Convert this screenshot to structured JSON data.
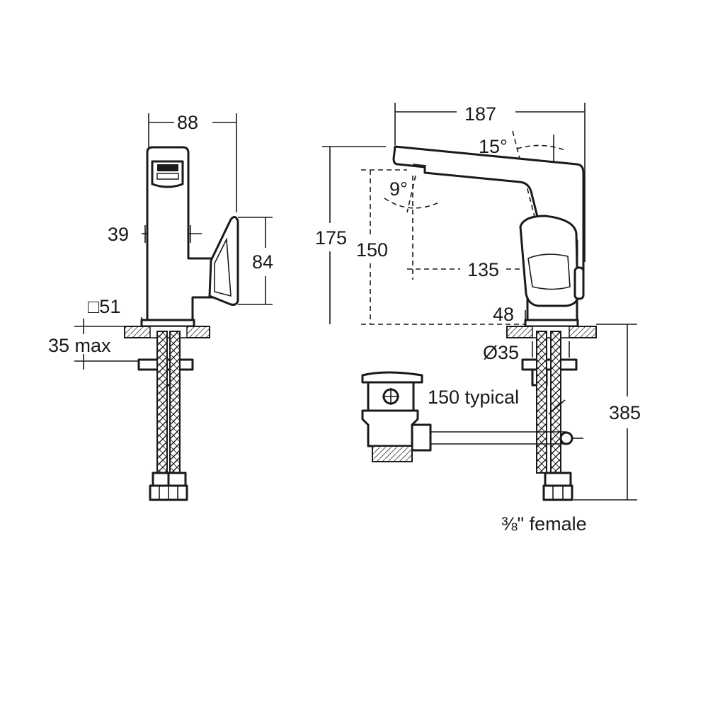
{
  "dimensions": {
    "side_width": "88",
    "side_spout_height": "39",
    "side_lever_height": "84",
    "side_square_base": "□51",
    "side_deck_thickness": "35 max",
    "front_width": "187",
    "front_spout_angle": "15°",
    "front_lever_angle": "9°",
    "front_total_height": "175",
    "front_spout_outlet_height": "150",
    "front_spout_projection": "135",
    "front_base_height": "48",
    "front_hole_diameter": "Ø35",
    "front_waste_rod": "150 typical",
    "front_hose_length": "385",
    "front_connection": "⅜\" female"
  }
}
